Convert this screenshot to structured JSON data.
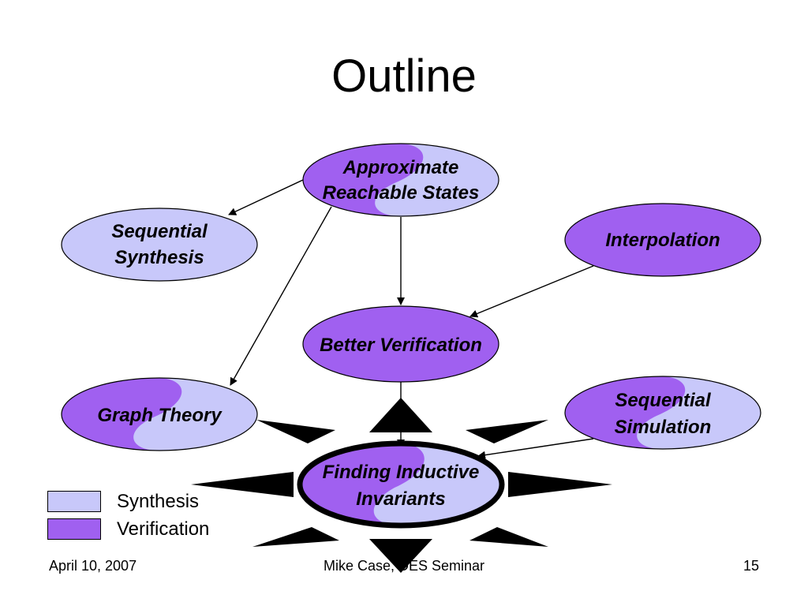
{
  "title": "Outline",
  "colors": {
    "synthesis": "#c8c8fa",
    "verification": "#a060f0",
    "outline": "#000000"
  },
  "nodes": {
    "approximate_reachable_states": {
      "line1": "Approximate",
      "line2": "Reachable States",
      "type": "mixed"
    },
    "sequential_synthesis": {
      "line1": "Sequential",
      "line2": "Synthesis",
      "type": "synthesis"
    },
    "interpolation": {
      "label": "Interpolation",
      "type": "verification"
    },
    "better_verification": {
      "label": "Better Verification",
      "type": "verification"
    },
    "graph_theory": {
      "label": "Graph Theory",
      "type": "mixed"
    },
    "sequential_simulation": {
      "line1": "Sequential",
      "line2": "Simulation",
      "type": "mixed"
    },
    "finding_inductive_invariants": {
      "line1": "Finding Inductive",
      "line2": "Invariants",
      "type": "mixed",
      "highlighted": true
    }
  },
  "edges": [
    {
      "from": "approximate_reachable_states",
      "to": "sequential_synthesis"
    },
    {
      "from": "approximate_reachable_states",
      "to": "graph_theory"
    },
    {
      "from": "approximate_reachable_states",
      "to": "better_verification"
    },
    {
      "from": "interpolation",
      "to": "better_verification"
    },
    {
      "from": "better_verification",
      "to": "finding_inductive_invariants"
    },
    {
      "from": "sequential_simulation",
      "to": "finding_inductive_invariants"
    }
  ],
  "legend": {
    "items": [
      {
        "label": "Synthesis",
        "color": "#c8c8fa"
      },
      {
        "label": "Verification",
        "color": "#a060f0"
      }
    ]
  },
  "footer": {
    "date": "April 10, 2007",
    "presenter": "Mike Case, DES Seminar",
    "page": "15"
  }
}
